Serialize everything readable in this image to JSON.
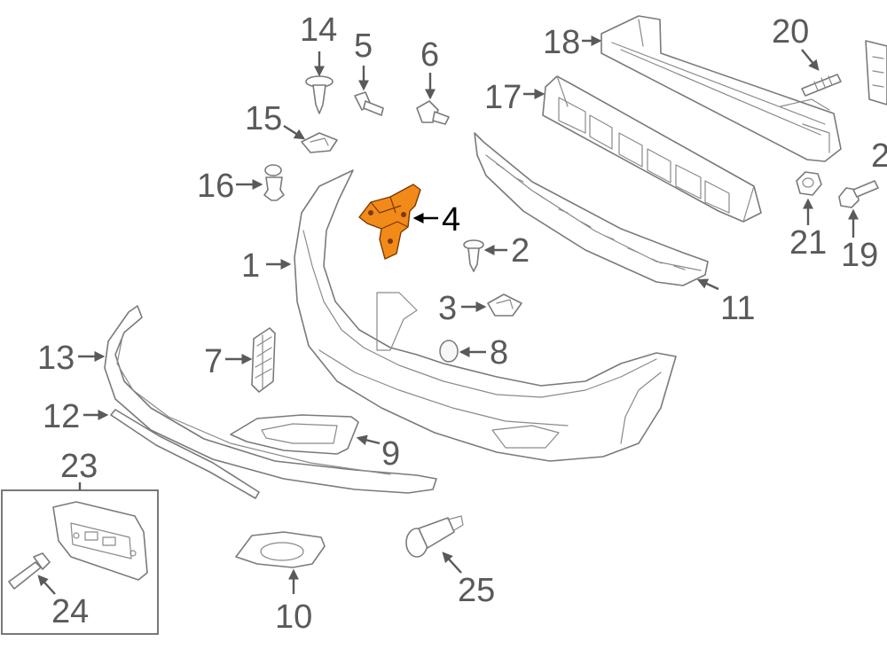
{
  "callouts": {
    "c1": "1",
    "c2": "2",
    "c3": "3",
    "c4": "4",
    "c5": "5",
    "c6": "6",
    "c7": "7",
    "c8": "8",
    "c9": "9",
    "c10": "10",
    "c11": "11",
    "c12": "12",
    "c13": "13",
    "c14": "14",
    "c15": "15",
    "c16": "16",
    "c17": "17",
    "c18": "18",
    "c19": "19",
    "c20": "20",
    "c21": "21",
    "c22": "2",
    "c23": "23",
    "c24": "24",
    "c25": "25"
  },
  "colors": {
    "highlight": "#f28a1a",
    "line": "#7a7a7a",
    "label": "#5a5a5a",
    "label_highlight": "#000000"
  },
  "highlighted_part": "4"
}
